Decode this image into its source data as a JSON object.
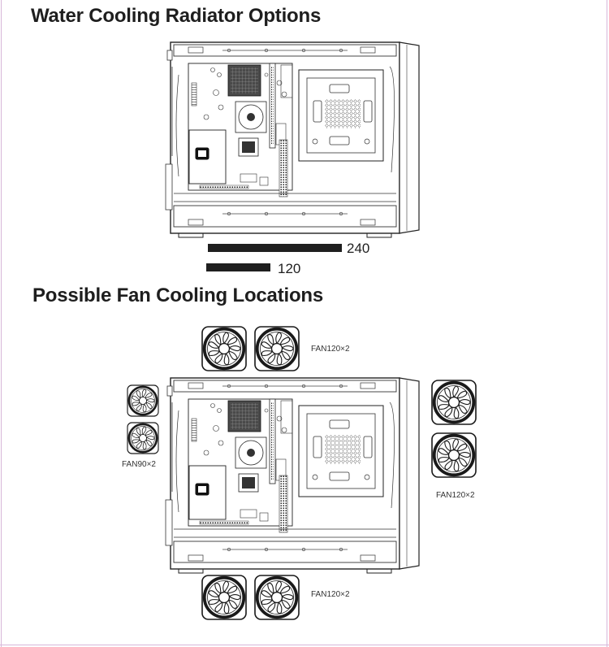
{
  "sections": {
    "radiator": {
      "title": "Water Cooling Radiator Options"
    },
    "fans": {
      "title": "Possible Fan Cooling Locations"
    }
  },
  "radiator_sizes": [
    {
      "label": "240",
      "length_mm": 240
    },
    {
      "label": "120",
      "length_mm": 120
    }
  ],
  "fan_groups": [
    {
      "id": "top",
      "label": "FAN120×2",
      "size_mm": 120,
      "count": 2
    },
    {
      "id": "left",
      "label": "FAN90×2",
      "size_mm": 90,
      "count": 2
    },
    {
      "id": "right",
      "label": "FAN120×2",
      "size_mm": 120,
      "count": 2
    },
    {
      "id": "bottom",
      "label": "FAN120×2",
      "size_mm": 120,
      "count": 2
    }
  ],
  "colors": {
    "ink": "#1f1f1f",
    "frame": "#d7b6d9",
    "background": "#ffffff"
  }
}
